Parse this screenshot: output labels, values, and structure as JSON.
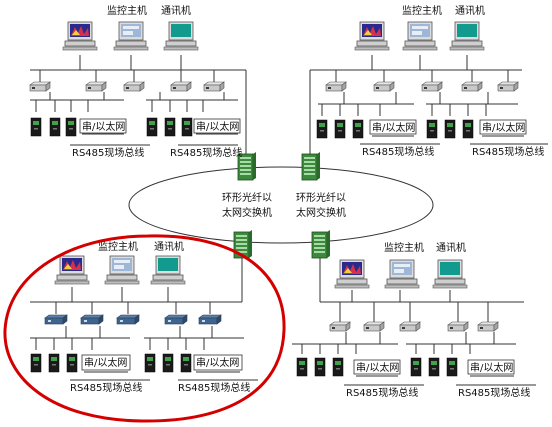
{
  "labels": {
    "monitor_host": "监控主机",
    "comm_host": "通讯机",
    "serial_ethernet": "串/以太网",
    "rs485_bus": "RS485现场总线"
  },
  "ring_switches": {
    "left_line1": "环形光纤以",
    "left_line2": "太网交换机",
    "right_line1": "环形光纤以",
    "right_line2": "太网交换机"
  },
  "colors": {
    "line": "#333333",
    "highlight": "#d40000",
    "device": "#1a1a1a",
    "switch_green": "#3d8a3d"
  }
}
